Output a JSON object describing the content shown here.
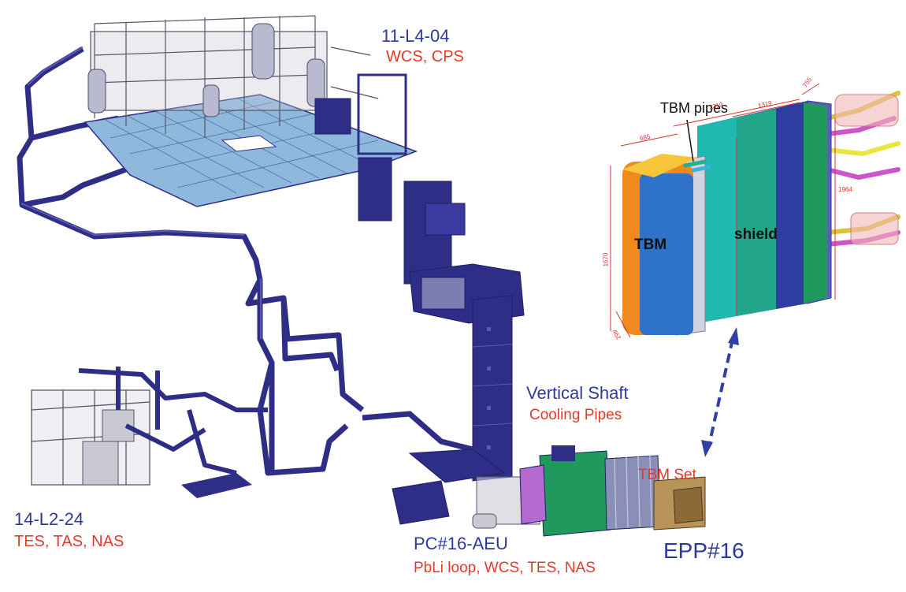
{
  "labels": {
    "room_11": {
      "title": "11-L4-04",
      "sub": "WCS, CPS"
    },
    "room_14": {
      "title": "14-L2-24",
      "sub": "TES, TAS, NAS"
    },
    "shaft": {
      "title": "Vertical Shaft",
      "sub": "Cooling Pipes"
    },
    "pc16": {
      "title": "PC#16-AEU",
      "sub": "PbLi loop, WCS, TES, NAS"
    },
    "tbm_set": "TBM Set",
    "epp": "EPP#16"
  },
  "inset": {
    "tbm_pipes": "TBM pipes",
    "tbm": "TBM",
    "shield": "shield",
    "dimensions": [
      "755",
      "2319",
      "1319",
      "685",
      "1964",
      "1670",
      "462"
    ]
  },
  "colors": {
    "structure": "#2e2e86",
    "structure_dark": "#1f1f66",
    "floor": "#8fb8dd",
    "grey_equipment": "#9a9aa8",
    "tbm_blue": "#2f73c9",
    "tbm_orange": "#f08a1f",
    "shield_teal": "#1fb9b0",
    "shield_green": "#1f9a5c",
    "shield_navy": "#2d3da0",
    "dim_red": "#d9322a"
  }
}
